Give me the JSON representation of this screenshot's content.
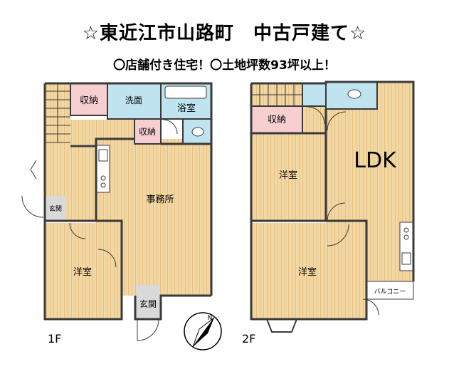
{
  "header": {
    "title": "☆東近江市山路町　中古戸建て☆",
    "subtitle": "〇店舗付き住宅！〇土地坪数93坪以上！"
  },
  "floor1": {
    "label": "1F",
    "rooms": {
      "storage_a": "収納",
      "washroom": "洗面",
      "bathroom": "浴室",
      "storage_b": "収納",
      "office": "事務所",
      "entrance_small": "玄関",
      "western_room": "洋室",
      "entrance": "玄関"
    }
  },
  "floor2": {
    "label": "2F",
    "rooms": {
      "storage": "収納",
      "western_room_a": "洋室",
      "ldk": "LDK",
      "western_room_b": "洋室",
      "balcony": "バルコニー"
    }
  },
  "compass": {
    "north": "N"
  },
  "colors": {
    "floor": "#f2d7a3",
    "storage": "#f7cfd0",
    "water": "#bfe3ef",
    "entry": "#d9d9d9",
    "wall": "#3a3a3a"
  }
}
